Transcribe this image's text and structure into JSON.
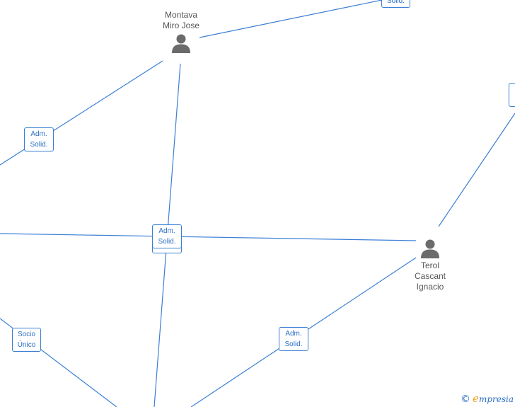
{
  "persons": {
    "montava": {
      "lines": [
        "Montava",
        "Miro Jose"
      ]
    },
    "terol": {
      "lines": [
        "Terol",
        "Cascant",
        "Ignacio"
      ]
    }
  },
  "badges": {
    "top_right": {
      "lines": [
        "Solid."
      ]
    },
    "upper_left": {
      "lines": [
        "Adm.",
        "Solid."
      ]
    },
    "center": {
      "lines": [
        "Adm.",
        "Solid."
      ]
    },
    "lower_left": {
      "lines": [
        "Socio",
        "Único"
      ]
    },
    "lower_mid": {
      "lines": [
        "Adm.",
        "Solid."
      ]
    }
  },
  "footer": {
    "copyright_symbol": "©",
    "brand_initial": "e",
    "brand_rest": "mpresia"
  },
  "colors": {
    "edge": "#3b7fd4",
    "badge_text": "#2a6fc4",
    "person": "#6b6b6b",
    "logo_accent": "#f0a020"
  },
  "icons": {
    "person": "person-icon"
  }
}
